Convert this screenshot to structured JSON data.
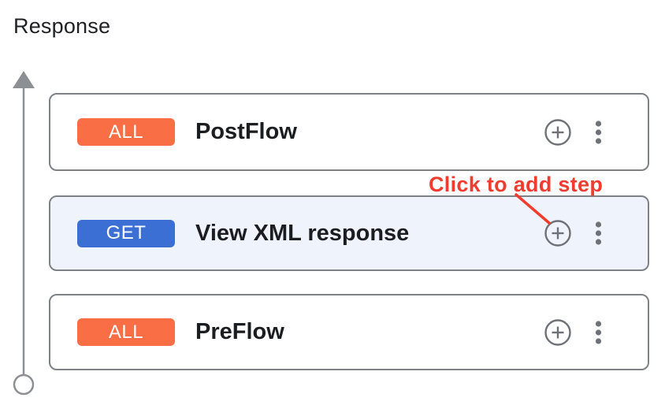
{
  "header": {
    "title": "Response"
  },
  "flow": {
    "cards": [
      {
        "badge": "ALL",
        "badge_color": "#FA6E46",
        "title": "PostFlow",
        "highlighted": false
      },
      {
        "badge": "GET",
        "badge_color": "#3C6FD4",
        "title": "View XML response",
        "highlighted": true
      },
      {
        "badge": "ALL",
        "badge_color": "#FA6E46",
        "title": "PreFlow",
        "highlighted": false
      }
    ]
  },
  "annotation": {
    "text": "Click to add step",
    "color": "#F03C2E"
  },
  "icons": {
    "add_step": "plus-circle-icon",
    "more_options": "kebab-menu-icon",
    "flow_direction": "arrow-up-icon",
    "flow_start": "circle-marker-icon"
  },
  "colors": {
    "card_border": "#7E8287",
    "highlight_card_bg": "#EEF3FC",
    "icon_gray": "#6E7276",
    "flow_line_gray": "#8C8F93",
    "badge_orange": "#FA6E46",
    "badge_blue": "#3C6FD4",
    "annotation_red": "#F03C2E",
    "text_dark": "#202124"
  }
}
